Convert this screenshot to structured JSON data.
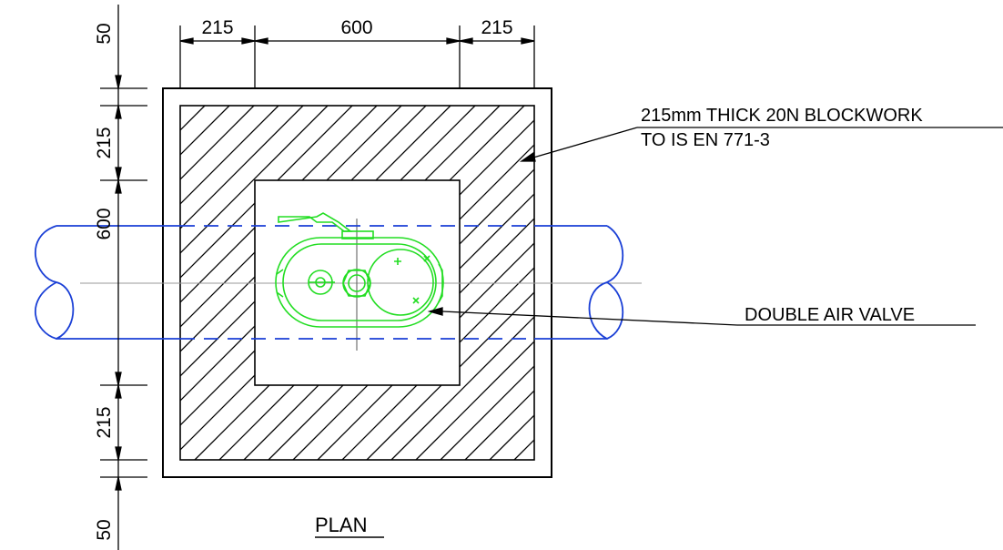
{
  "dimensions": {
    "top": [
      "215",
      "600",
      "215"
    ],
    "left": [
      "50",
      "215",
      "600",
      "215",
      "50"
    ]
  },
  "labels": {
    "blockwork_line1": "215mm THICK 20N BLOCKWORK",
    "blockwork_line2": "TO IS EN 771-3",
    "valve": "DOUBLE AIR VALVE"
  },
  "title": "PLAN",
  "colors": {
    "lines": "#000000",
    "pipe": "#1a3fd6",
    "valve": "#22dd22",
    "centerline": "#9a9a9a"
  }
}
